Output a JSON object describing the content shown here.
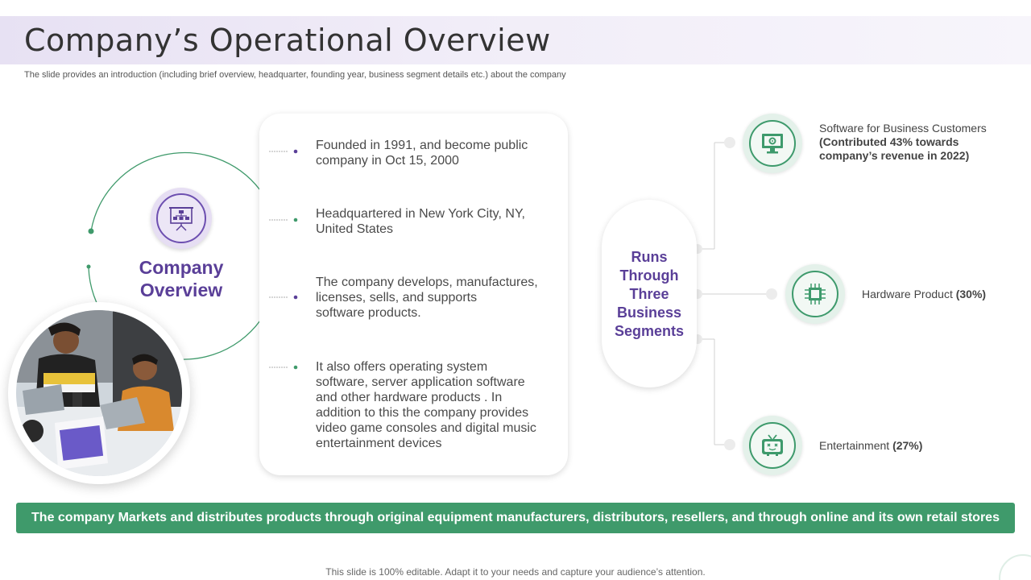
{
  "header": {
    "title": "Company’s Operational Overview",
    "subtitle": "The slide provides an introduction (including brief overview, headquarter, founding year, business segment details etc.) about the company"
  },
  "overview": {
    "label_line1": "Company",
    "label_line2": "Overview",
    "icon": "presentation-board-icon",
    "photo": "team-working-on-laptops-photo"
  },
  "facts": [
    {
      "line1": "Founded in 1991, and become public",
      "line2": "company in Oct 15, 2000"
    },
    {
      "line1": "Headquartered in New York City, NY,",
      "line2": "United States"
    },
    {
      "line1": "The company develops, manufactures,",
      "line2": "licenses, sells, and supports",
      "line3": "software products."
    },
    {
      "line1": "It also offers operating system",
      "line2": "software, server application software",
      "line3": "and other hardware products . In",
      "line4": "addition to this the company provides",
      "line5": "video game consoles and digital music",
      "line6": "entertainment  devices"
    }
  ],
  "segments_hub": {
    "line1": "Runs",
    "line2": "Through",
    "line3": "Three",
    "line4": "Business",
    "line5": "Segments"
  },
  "segments": [
    {
      "name": "Software for Business Customers",
      "detail_line1": "(Contributed 43% towards",
      "detail_line2": "company’s  revenue in 2022)",
      "icon": "monitor-gear-icon"
    },
    {
      "name": "Hardware Product ",
      "share": "(30%)",
      "icon": "cpu-chip-icon"
    },
    {
      "name": "Entertainment ",
      "share": "(27%)",
      "icon": "retro-tv-icon"
    }
  ],
  "banner": "The company Markets and distributes products through original equipment manufacturers, distributors, resellers, and through online and its own retail stores",
  "footer": "This slide is 100% editable. Adapt it to your needs and capture your audience’s attention.",
  "colors": {
    "purple": "#5a3f98",
    "green": "#3f9a6b",
    "title_band": "#e7e1f3"
  }
}
